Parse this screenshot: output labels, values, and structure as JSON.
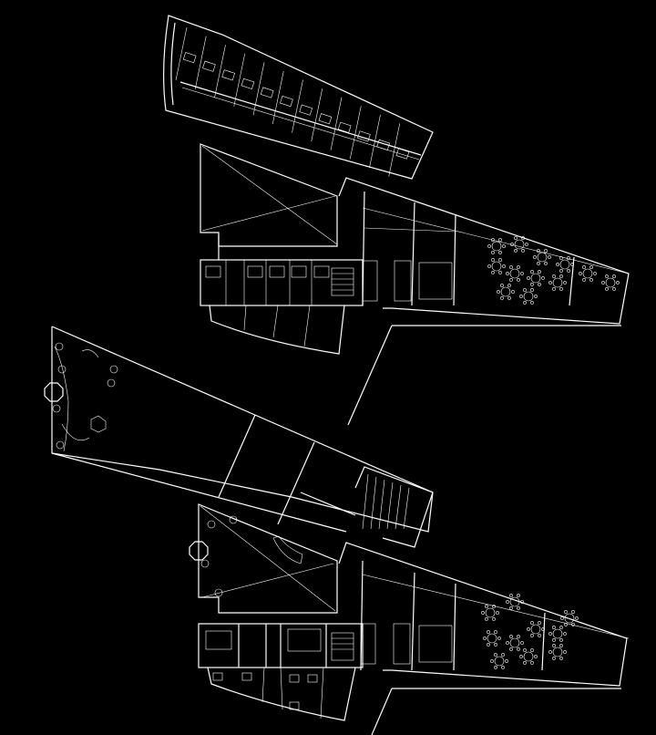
{
  "drawing": {
    "background": "#000000",
    "line_color": "#ffffff",
    "upper_plan": {
      "guest_rooms_wing": 12,
      "dining_tables": 12
    },
    "lower_plan": {
      "dining_tables": 10,
      "stair_units": 4
    }
  }
}
